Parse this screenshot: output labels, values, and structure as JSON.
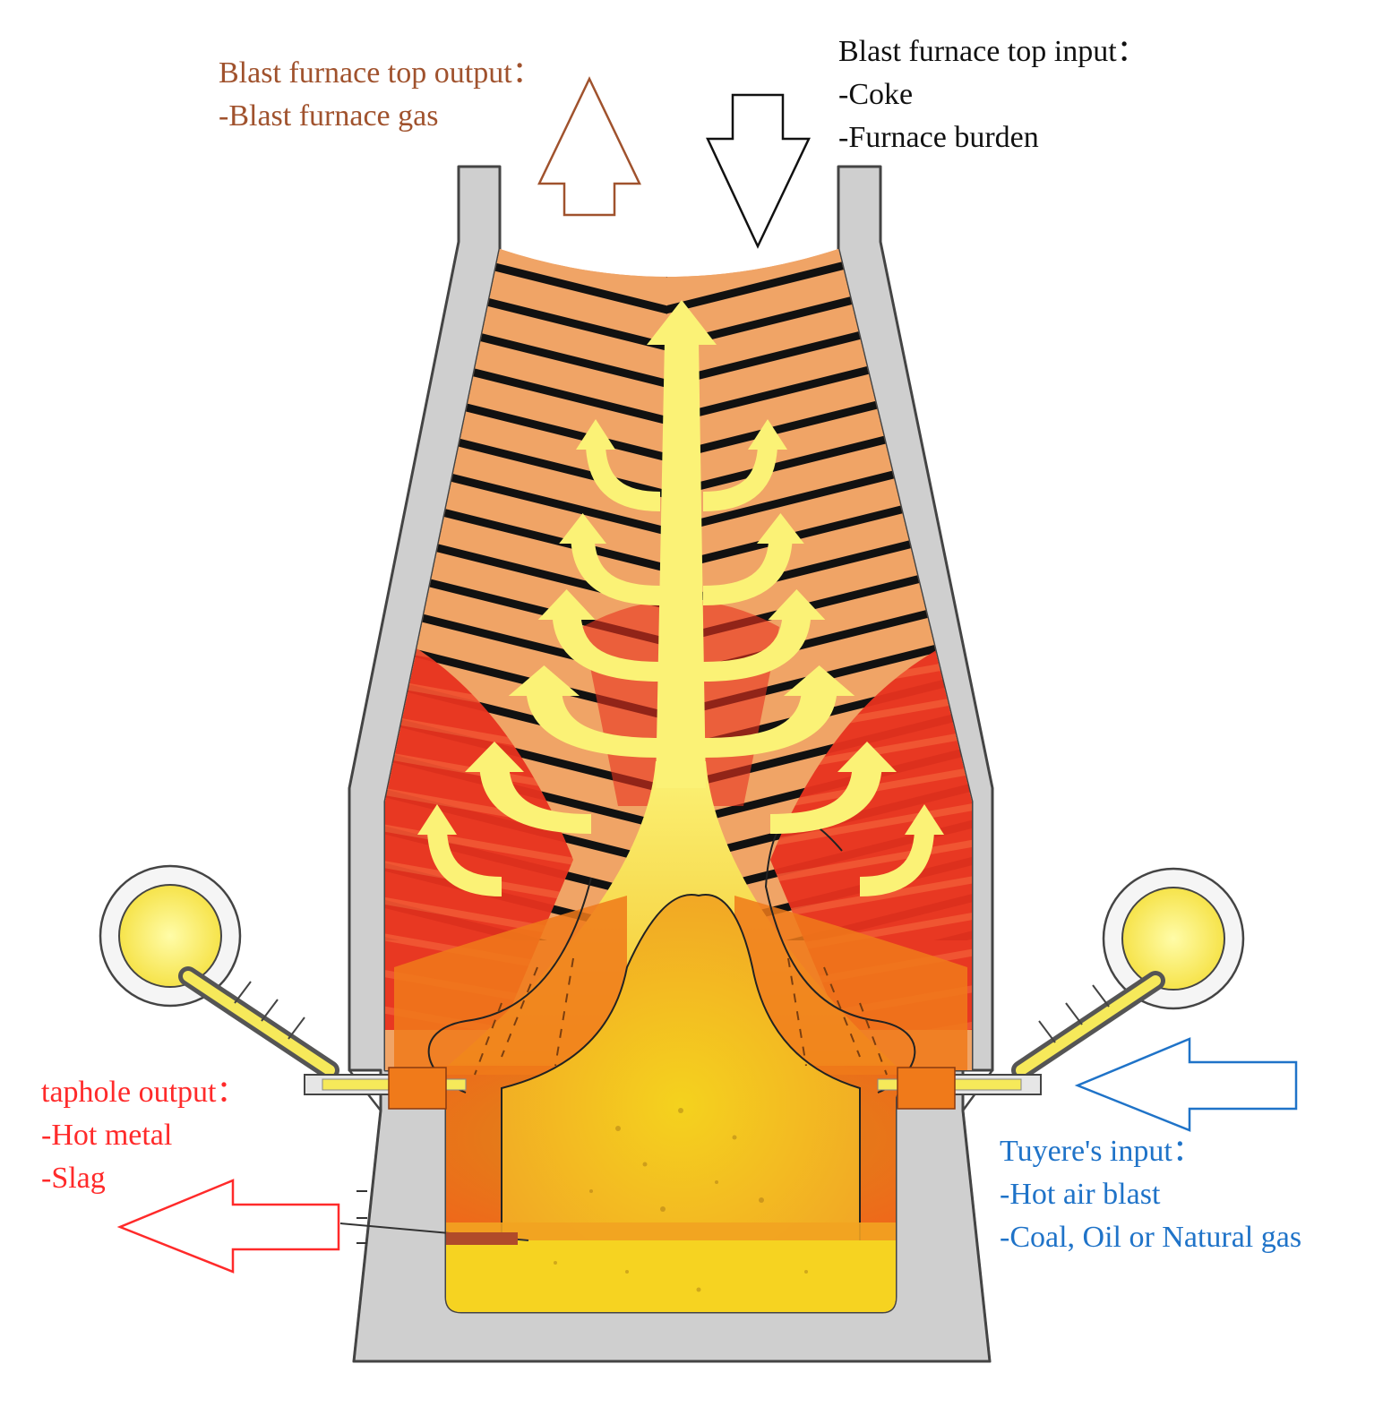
{
  "colors": {
    "wall": "#cfcfcf",
    "wall_stroke": "#444444",
    "burden_light": "#f0a466",
    "burden_dark": "#111111",
    "hot_zone": "#e8321e",
    "hearth_orange": "#f07a1a",
    "gas_yellow": "#fbf276",
    "molten_yellow": "#f6d321",
    "top_output": "#a0522d",
    "top_input": "#111111",
    "taphole": "#ff2a2a",
    "tuyere": "#1f73c8"
  },
  "labels": {
    "top_output": {
      "heading": "Blast furnace top output：",
      "items": [
        "-Blast furnace gas"
      ]
    },
    "top_input": {
      "heading": "Blast furnace top input：",
      "items": [
        "-Coke",
        "-Furnace burden"
      ]
    },
    "taphole": {
      "heading": "taphole output：",
      "items": [
        "-Hot metal",
        "-Slag"
      ]
    },
    "tuyere": {
      "heading": "Tuyere's input：",
      "items": [
        "-Hot air blast",
        "-Coal, Oil or Natural gas"
      ]
    }
  },
  "icons": {
    "top_output_arrow": "up-arrow-icon",
    "top_input_arrow": "down-arrow-icon",
    "taphole_arrow": "left-arrow-icon",
    "tuyere_arrow": "left-arrow-icon",
    "gas_flow": "gas-flow-arrows-icon",
    "tuyere_pipe": "tuyere-pipe-icon"
  }
}
